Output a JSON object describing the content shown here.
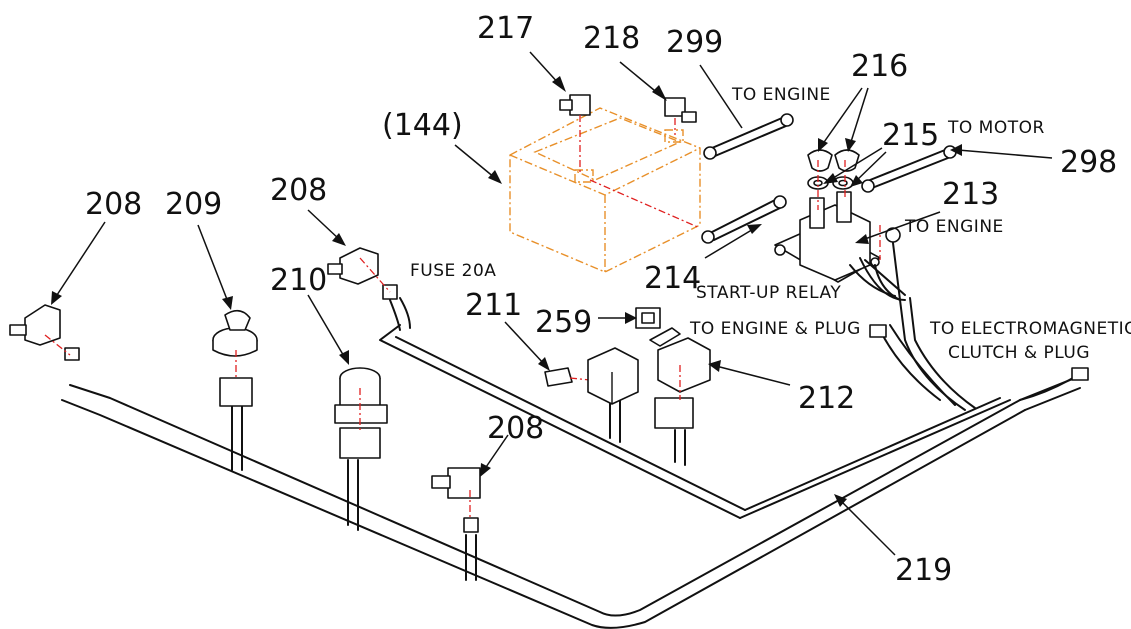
{
  "callouts": {
    "c217": "217",
    "c218": "218",
    "c299": "299",
    "c216": "216",
    "c215": "215",
    "c298": "298",
    "c213": "213",
    "c144": "(144)",
    "c208a": "208",
    "c209": "209",
    "c208b": "208",
    "c210": "210",
    "c211": "211",
    "c259": "259",
    "c212": "212",
    "c214": "214",
    "c208c": "208",
    "c219": "219"
  },
  "labels": {
    "to_engine_top": "TO ENGINE",
    "to_motor": "TO MOTOR",
    "to_engine_right": "TO ENGINE",
    "fuse": "FUSE 20A",
    "startup_relay": "START-UP RELAY",
    "to_engine_plug": "TO ENGINE & PLUG",
    "to_electromagnetic_1": "TO ELECTROMAGNETIC",
    "to_electromagnetic_2": "CLUTCH & PLUG"
  },
  "colors": {
    "line": "#111111",
    "centerline": "#e02020",
    "battery": "#e8902a"
  }
}
